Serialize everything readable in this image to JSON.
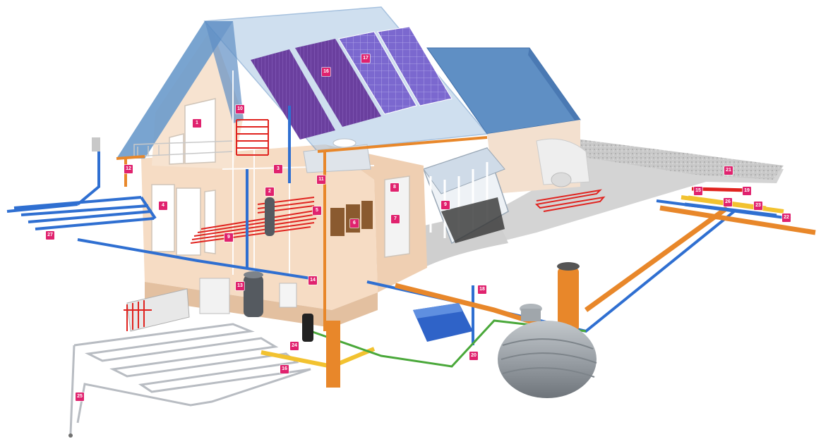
{
  "colors": {
    "callout": "#e0226e",
    "pipe_blue": "#2f6fd1",
    "pipe_red": "#e0231f",
    "pipe_orange": "#e8872a",
    "pipe_yellow": "#f2c230",
    "pipe_green": "#4aa83a",
    "pipe_grey": "#b8bcc2",
    "roof": "#5f8fc4",
    "wall": "#f6dcc4",
    "solar_thermal": "#6a3f9e",
    "solar_pv": "#7b68cf",
    "tank": "#9aa0a6"
  },
  "callouts": [
    {
      "id": "c1",
      "label": "1"
    },
    {
      "id": "c2",
      "label": "2"
    },
    {
      "id": "c3",
      "label": "3"
    },
    {
      "id": "c4",
      "label": "4"
    },
    {
      "id": "c5",
      "label": "5"
    },
    {
      "id": "c6",
      "label": "6"
    },
    {
      "id": "c7",
      "label": "7"
    },
    {
      "id": "c8",
      "label": "8"
    },
    {
      "id": "c9",
      "label": "9"
    },
    {
      "id": "c9b",
      "label": "9"
    },
    {
      "id": "c10",
      "label": "10"
    },
    {
      "id": "c11",
      "label": "11"
    },
    {
      "id": "c12",
      "label": "12"
    },
    {
      "id": "c13",
      "label": "13"
    },
    {
      "id": "c14",
      "label": "14"
    },
    {
      "id": "c15",
      "label": "15"
    },
    {
      "id": "c16",
      "label": "16"
    },
    {
      "id": "c16b",
      "label": "16"
    },
    {
      "id": "c17",
      "label": "17"
    },
    {
      "id": "c18",
      "label": "18"
    },
    {
      "id": "c19",
      "label": "19"
    },
    {
      "id": "c20",
      "label": "20"
    },
    {
      "id": "c21",
      "label": "21"
    },
    {
      "id": "c22",
      "label": "22"
    },
    {
      "id": "c23",
      "label": "23"
    },
    {
      "id": "c24",
      "label": "24"
    },
    {
      "id": "c25",
      "label": "25"
    },
    {
      "id": "c26",
      "label": "26"
    },
    {
      "id": "c27",
      "label": "27"
    }
  ]
}
